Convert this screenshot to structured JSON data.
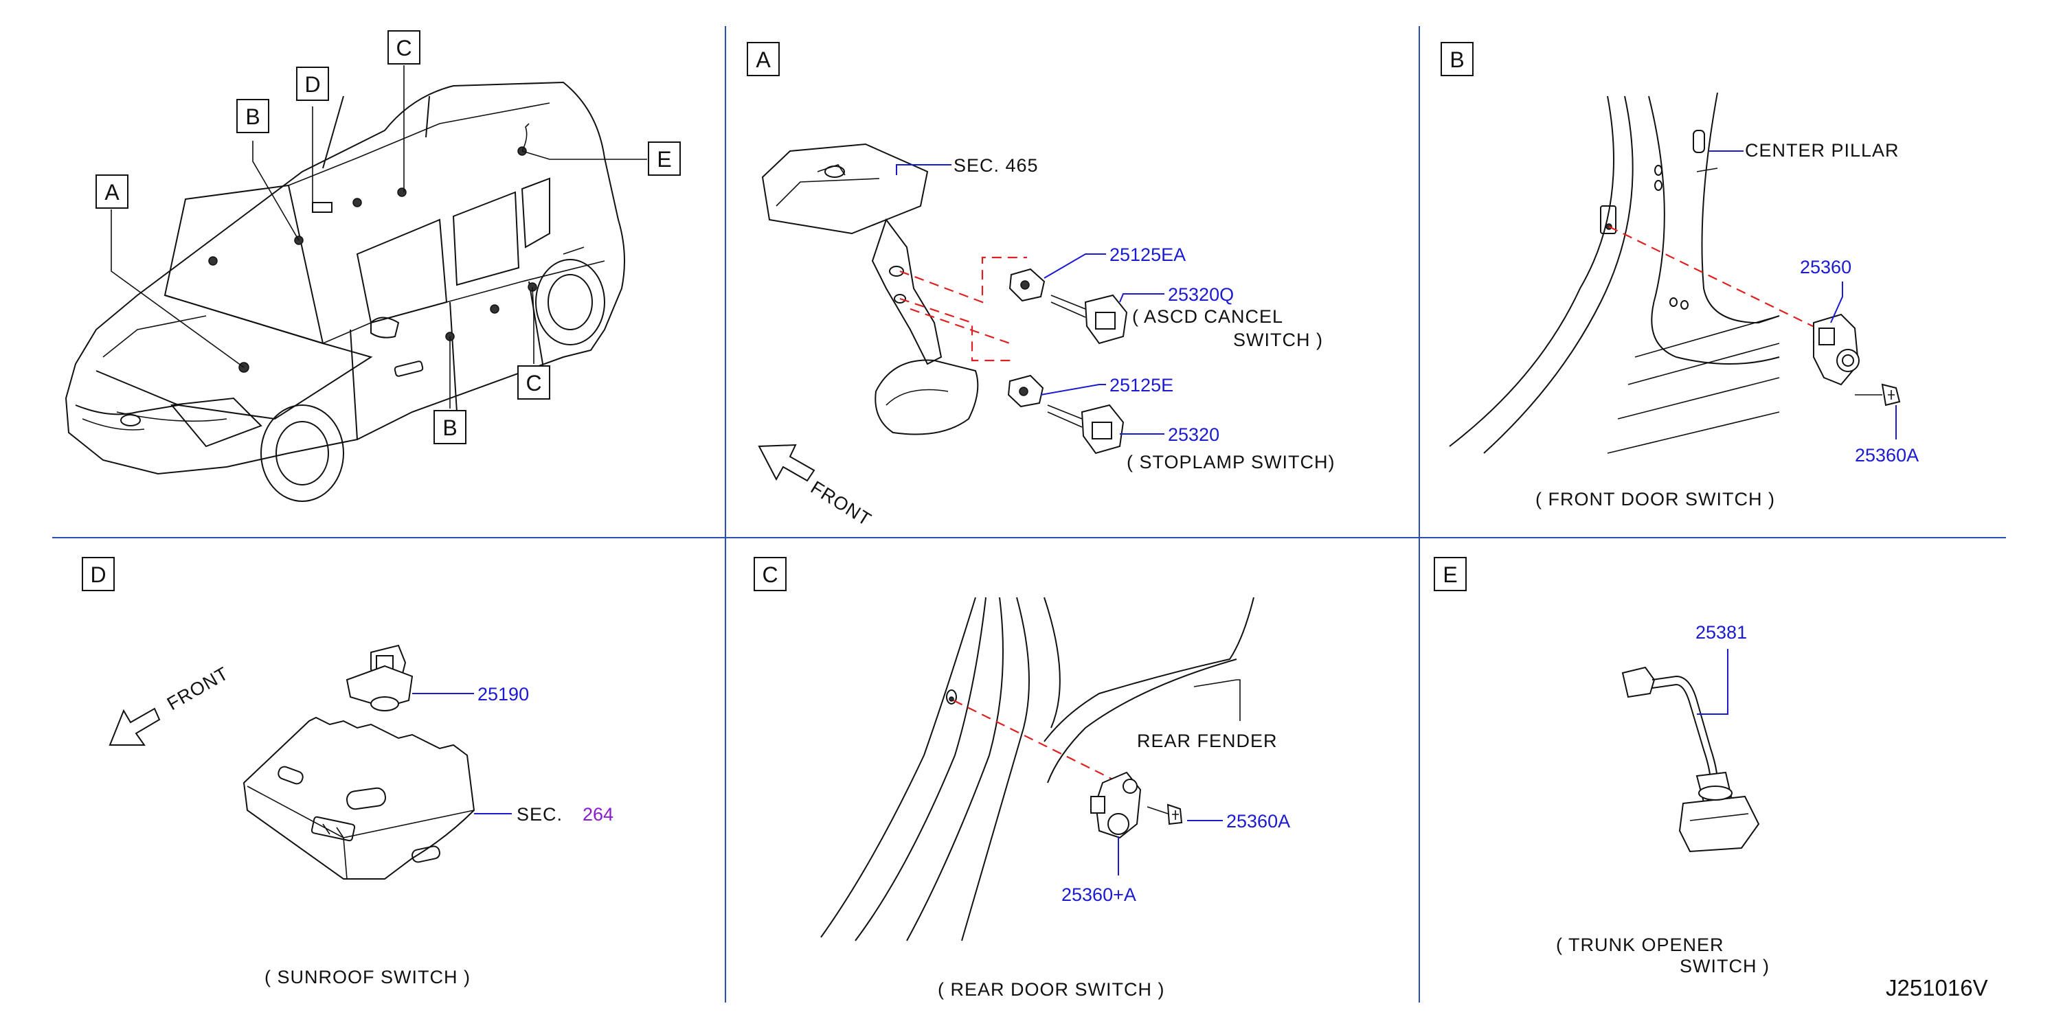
{
  "section_letters": {
    "overview": [
      "A",
      "B",
      "C",
      "D",
      "E",
      "B",
      "C"
    ],
    "a": "A",
    "b": "B",
    "c": "C",
    "d": "D",
    "e": "E"
  },
  "panel_a": {
    "sec": "SEC. 465",
    "p_25125EA": "25125EA",
    "p_25320Q": "25320Q",
    "ascd_line1": "( ASCD CANCEL",
    "ascd_line2": "SWITCH )",
    "p_25125E": "25125E",
    "p_25320": "25320",
    "stoplamp": "( STOPLAMP SWITCH)",
    "front": "FRONT"
  },
  "panel_b": {
    "center_pillar": "CENTER PILLAR",
    "p_25360": "25360",
    "p_25360A": "25360A",
    "caption": "( FRONT DOOR SWITCH )"
  },
  "panel_d": {
    "front": "FRONT",
    "p_25190": "25190",
    "sec": "SEC.",
    "sec_num": "264",
    "caption": "( SUNROOF SWITCH )"
  },
  "panel_c": {
    "rear_fender": "REAR FENDER",
    "p_25360A": "25360A",
    "p_25360_A": "25360+A",
    "caption": "( REAR DOOR SWITCH )"
  },
  "panel_e": {
    "p_25381": "25381",
    "caption_line1": "( TRUNK OPENER",
    "caption_line2": "SWITCH )",
    "diagram_code": "J251016V"
  },
  "colors": {
    "part_number": "#1a1ad0",
    "section_ref": "#8a1ad0",
    "divider": "#2a4fb0",
    "dashed_leader": "#e02020"
  }
}
